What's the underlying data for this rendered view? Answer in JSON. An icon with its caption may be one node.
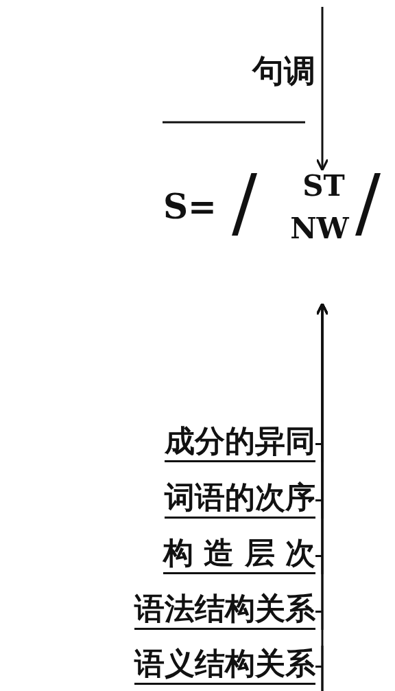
{
  "diagram": {
    "nodes": [
      {
        "text": [
          "句调"
        ]
      },
      {
        "text": [
          "ST"
        ]
      },
      {
        "text": [
          "NW"
        ]
      },
      {
        "text": [
          "成分的异同"
        ]
      },
      {
        "text": [
          "词语的次序"
        ]
      },
      {
        "text": [
          "构 造 层 次"
        ]
      },
      {
        "text": [
          "语法结构关系"
        ]
      },
      {
        "text": [
          "语义结构关系"
        ]
      }
    ],
    "edges": [
      {
        "from": 0,
        "to": 1,
        "arrow": "to"
      },
      {
        "from": 3,
        "to": 2,
        "arrow": "to"
      },
      {
        "from": 4,
        "to": 2,
        "arrow": "to"
      },
      {
        "from": 5,
        "to": 2,
        "arrow": "to"
      },
      {
        "from": 6,
        "to": 2,
        "arrow": "to"
      },
      {
        "from": 7,
        "to": 2,
        "arrow": "to"
      }
    ],
    "labels": [
      "S=",
      "/",
      "/"
    ]
  }
}
